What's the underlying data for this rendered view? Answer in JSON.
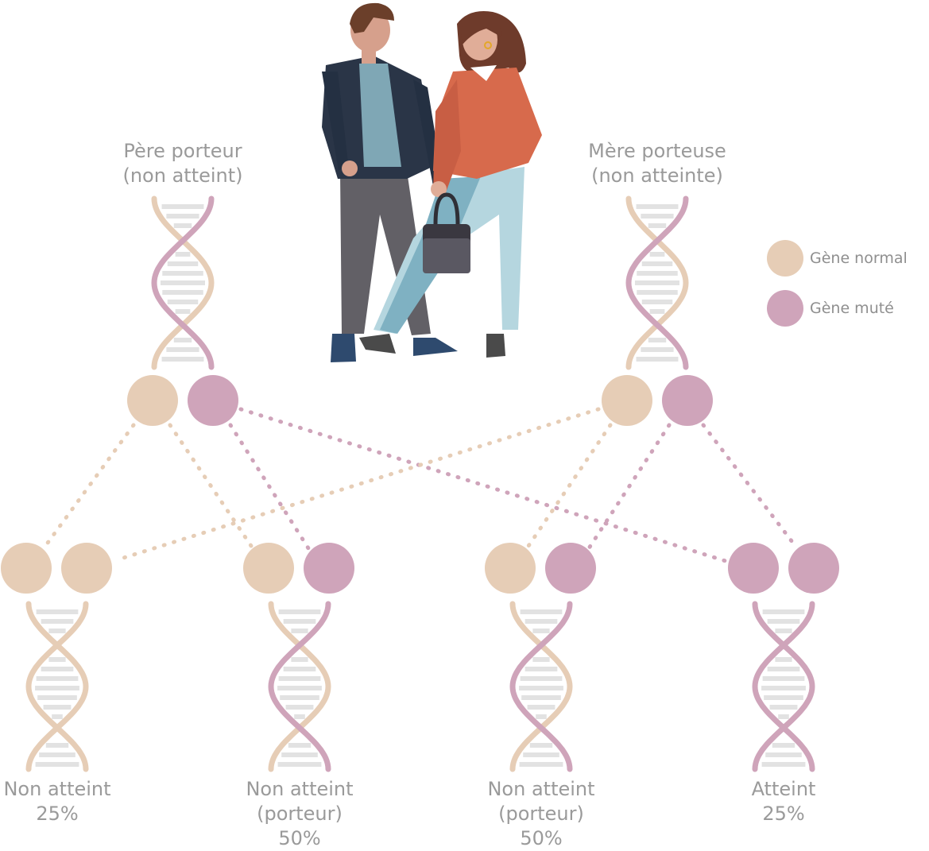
{
  "parents": [
    {
      "line1": "Père porteur",
      "line2": "(non atteint)",
      "alleles": [
        "normal",
        "muté"
      ]
    },
    {
      "line1": "Mère porteuse",
      "line2": "(non atteinte)",
      "alleles": [
        "normal",
        "muté"
      ]
    }
  ],
  "children": [
    {
      "line1": "Non atteint",
      "line2": "25%",
      "line3": "",
      "alleles": [
        "normal",
        "normal"
      ]
    },
    {
      "line1": "Non atteint",
      "line2": "(porteur)",
      "line3": "50%",
      "alleles": [
        "normal",
        "muté"
      ]
    },
    {
      "line1": "Non atteint",
      "line2": "(porteur)",
      "line3": "50%",
      "alleles": [
        "normal",
        "muté"
      ]
    },
    {
      "line1": "Atteint",
      "line2": "25%",
      "line3": "",
      "alleles": [
        "muté",
        "muté"
      ]
    }
  ],
  "legend": {
    "normal": "Gène normal",
    "mutated": "Gène muté"
  },
  "colors": {
    "normal": "#e6cdb6",
    "mutated": "#cfa4ba",
    "label_text": "#9a9a9a",
    "dna_rungs": "#e2e2e2"
  },
  "illustration": {
    "name": "couple-illustration"
  }
}
